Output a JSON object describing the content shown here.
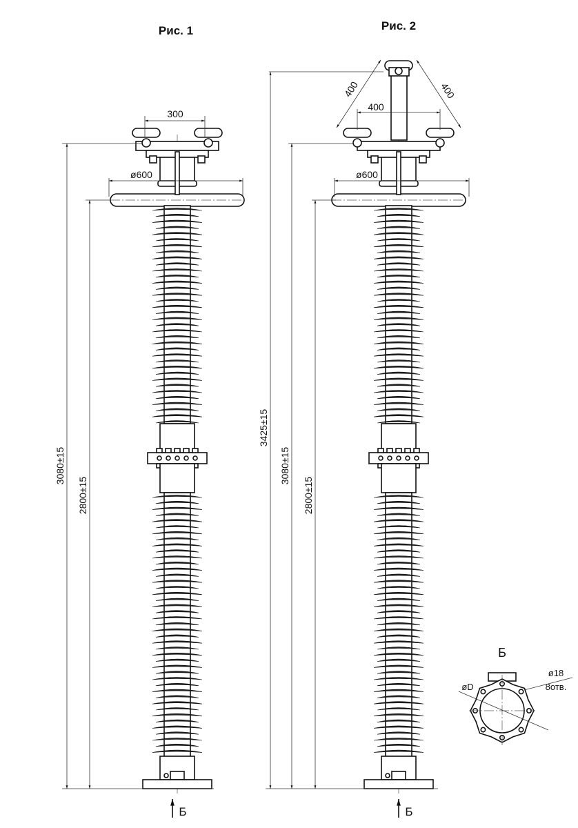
{
  "figure1": {
    "title": "Рис. 1",
    "dim_electrode_spacing": "300",
    "dim_ring_diameter": "ø600",
    "dim_total_height": "3080±15",
    "dim_ring_height": "2800±15",
    "view_arrow_label": "Б"
  },
  "figure2": {
    "title": "Рис. 2",
    "dim_electrode_horizontal": "400",
    "dim_electrode_diag_left": "400",
    "dim_electrode_diag_right": "400",
    "dim_ring_diameter": "ø600",
    "dim_total_height": "3425±15",
    "dim_electrode_height": "3080±15",
    "dim_ring_height": "2800±15",
    "view_arrow_label": "Б"
  },
  "detail_b": {
    "title": "Б",
    "hole_diameter": "ø18",
    "hole_count": "8отв.",
    "flange_diameter": "øD"
  }
}
